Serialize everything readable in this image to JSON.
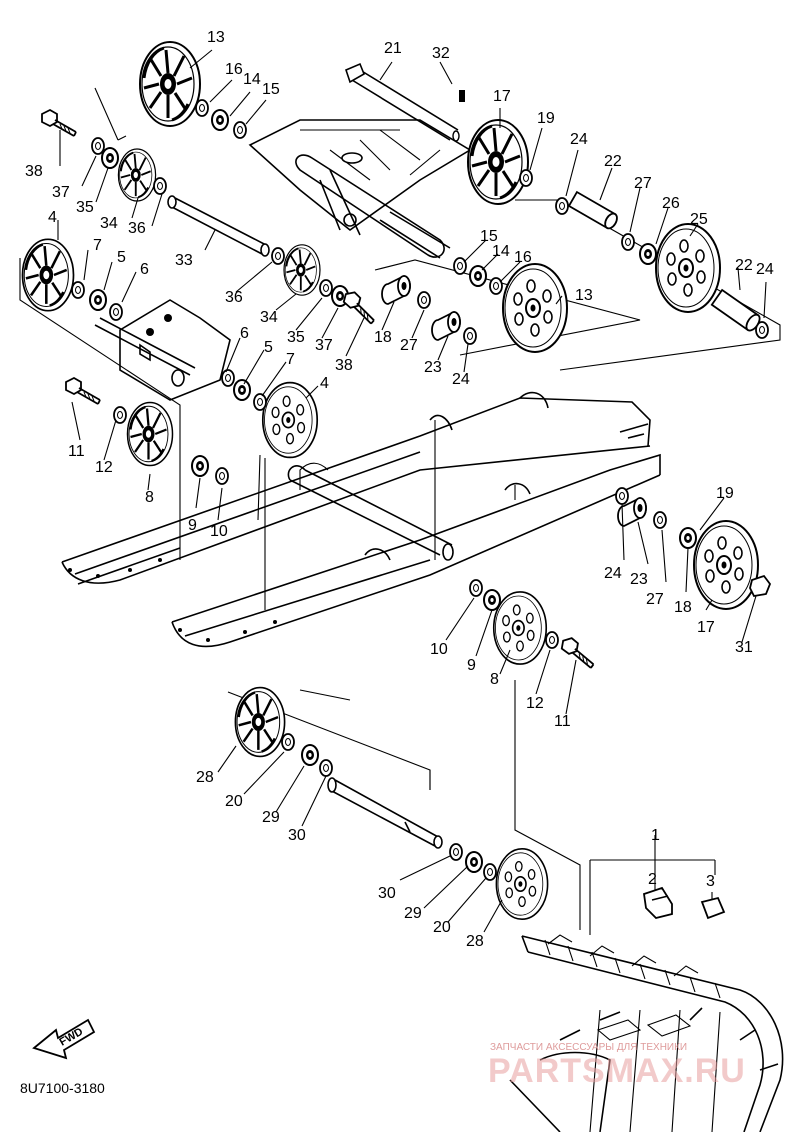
{
  "diagram_code": "8U7100-3180",
  "fwd_label": "FWD",
  "watermark": {
    "top": "ЗАПЧАСТИ АКСЕССУАРЫ ДЛЯ ТЕХНИКИ",
    "main": "PARTSMAX.RU"
  },
  "labels": [
    {
      "id": "l13a",
      "text": "13"
    },
    {
      "id": "l16a",
      "text": "16"
    },
    {
      "id": "l14a",
      "text": "14"
    },
    {
      "id": "l15a",
      "text": "15"
    },
    {
      "id": "l21",
      "text": "21"
    },
    {
      "id": "l32",
      "text": "32"
    },
    {
      "id": "l17a",
      "text": "17"
    },
    {
      "id": "l19a",
      "text": "19"
    },
    {
      "id": "l24a",
      "text": "24"
    },
    {
      "id": "l22a",
      "text": "22"
    },
    {
      "id": "l27a",
      "text": "27"
    },
    {
      "id": "l26",
      "text": "26"
    },
    {
      "id": "l25",
      "text": "25"
    },
    {
      "id": "l22b",
      "text": "22"
    },
    {
      "id": "l24b",
      "text": "24"
    },
    {
      "id": "l38a",
      "text": "38"
    },
    {
      "id": "l37a",
      "text": "37"
    },
    {
      "id": "l35a",
      "text": "35"
    },
    {
      "id": "l34a",
      "text": "34"
    },
    {
      "id": "l36a",
      "text": "36"
    },
    {
      "id": "l4a",
      "text": "4"
    },
    {
      "id": "l7a",
      "text": "7"
    },
    {
      "id": "l5a",
      "text": "5"
    },
    {
      "id": "l6a",
      "text": "6"
    },
    {
      "id": "l33",
      "text": "33"
    },
    {
      "id": "l36b",
      "text": "36"
    },
    {
      "id": "l34b",
      "text": "34"
    },
    {
      "id": "l35b",
      "text": "35"
    },
    {
      "id": "l37b",
      "text": "37"
    },
    {
      "id": "l38b",
      "text": "38"
    },
    {
      "id": "l15b",
      "text": "15"
    },
    {
      "id": "l14b",
      "text": "14"
    },
    {
      "id": "l16b",
      "text": "16"
    },
    {
      "id": "l13b",
      "text": "13"
    },
    {
      "id": "l18a",
      "text": "18"
    },
    {
      "id": "l27b",
      "text": "27"
    },
    {
      "id": "l23a",
      "text": "23"
    },
    {
      "id": "l24c",
      "text": "24"
    },
    {
      "id": "l6b",
      "text": "6"
    },
    {
      "id": "l5b",
      "text": "5"
    },
    {
      "id": "l7b",
      "text": "7"
    },
    {
      "id": "l4b",
      "text": "4"
    },
    {
      "id": "l11a",
      "text": "11"
    },
    {
      "id": "l12a",
      "text": "12"
    },
    {
      "id": "l8a",
      "text": "8"
    },
    {
      "id": "l9a",
      "text": "9"
    },
    {
      "id": "l10a",
      "text": "10"
    },
    {
      "id": "l19b",
      "text": "19"
    },
    {
      "id": "l24d",
      "text": "24"
    },
    {
      "id": "l23b",
      "text": "23"
    },
    {
      "id": "l27c",
      "text": "27"
    },
    {
      "id": "l18b",
      "text": "18"
    },
    {
      "id": "l17b",
      "text": "17"
    },
    {
      "id": "l31",
      "text": "31"
    },
    {
      "id": "l10b",
      "text": "10"
    },
    {
      "id": "l9b",
      "text": "9"
    },
    {
      "id": "l8b",
      "text": "8"
    },
    {
      "id": "l12b",
      "text": "12"
    },
    {
      "id": "l11b",
      "text": "11"
    },
    {
      "id": "l28a",
      "text": "28"
    },
    {
      "id": "l20a",
      "text": "20"
    },
    {
      "id": "l29a",
      "text": "29"
    },
    {
      "id": "l30a",
      "text": "30"
    },
    {
      "id": "l30b",
      "text": "30"
    },
    {
      "id": "l29b",
      "text": "29"
    },
    {
      "id": "l20b",
      "text": "20"
    },
    {
      "id": "l28b",
      "text": "28"
    },
    {
      "id": "l1",
      "text": "1"
    },
    {
      "id": "l2",
      "text": "2"
    },
    {
      "id": "l3",
      "text": "3"
    }
  ]
}
